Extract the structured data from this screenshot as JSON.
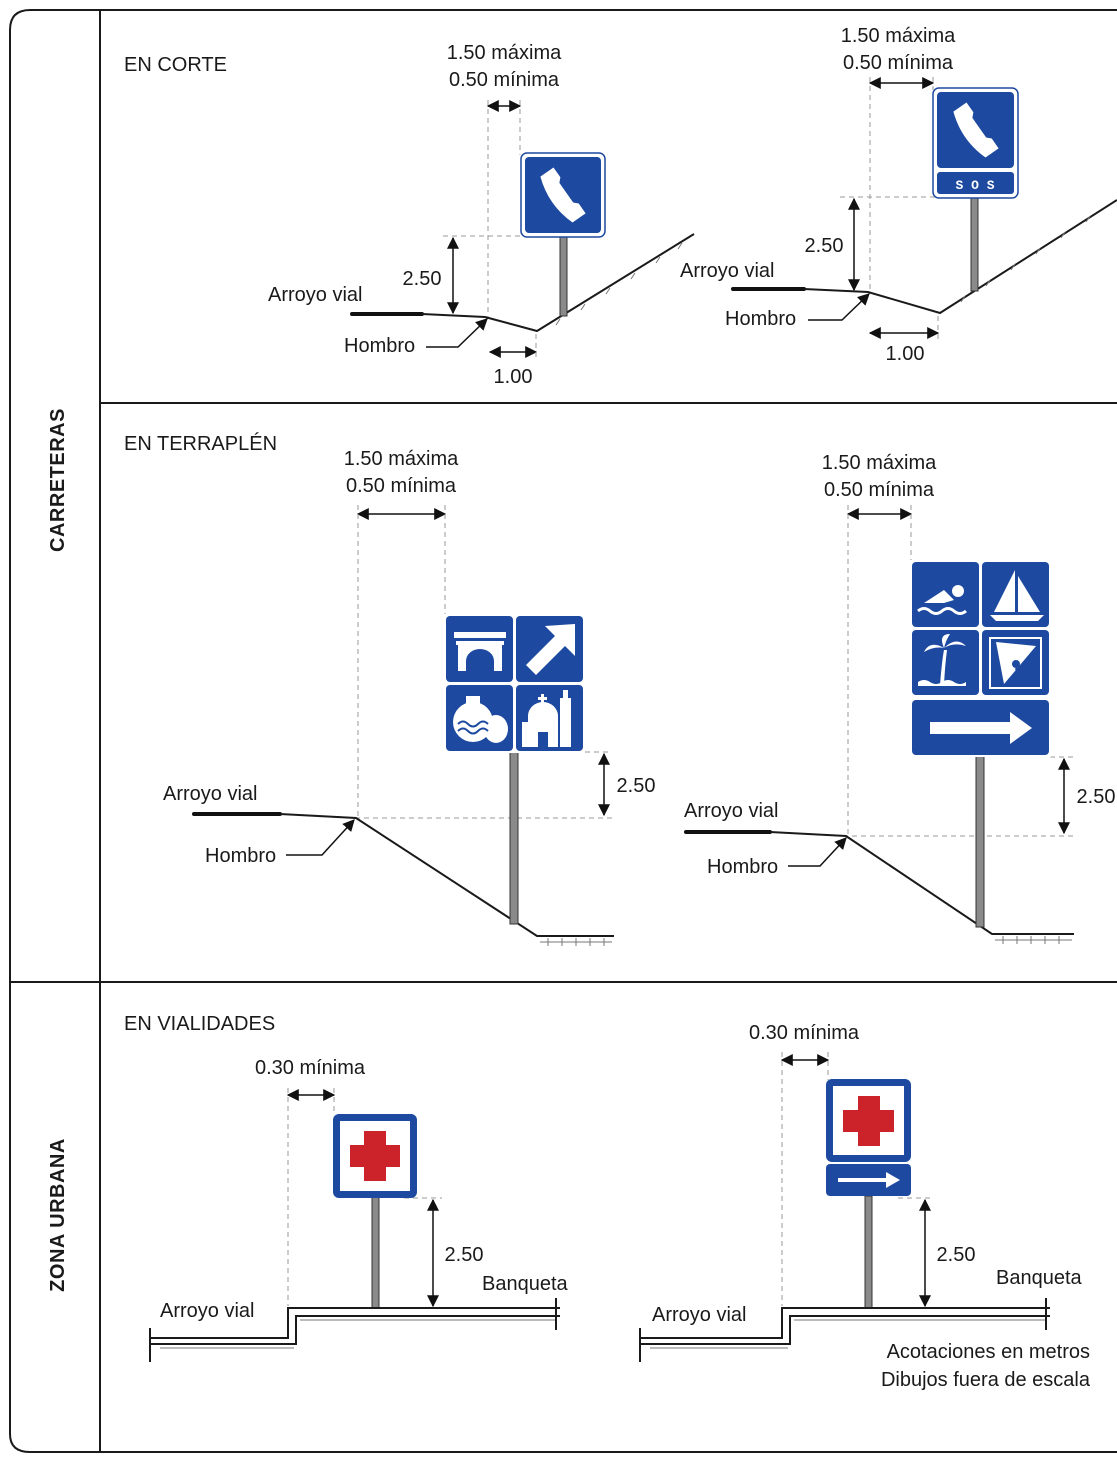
{
  "sections": {
    "carreteras": "CARRETERAS",
    "zona_urbana": "ZONA URBANA"
  },
  "subtitles": {
    "corte": "EN CORTE",
    "terraplen": "EN TERRAPLÉN",
    "vialidades": "EN VIALIDADES"
  },
  "labels": {
    "arroyo_vial": "Arroyo vial",
    "hombro": "Hombro",
    "banqueta": "Banqueta"
  },
  "dimensions": {
    "maxima": "1.50 máxima",
    "minima": "0.50 mínima",
    "urban_minima": "0.30 mínima",
    "height": "2.50",
    "shoulder": "1.00"
  },
  "sos_text": "S O S",
  "notes": {
    "line1": "Acotaciones en metros",
    "line2": "Dibujos fuera de escala"
  },
  "colors": {
    "sign_blue": "#1d4aa0",
    "cross_red": "#cc2229"
  }
}
